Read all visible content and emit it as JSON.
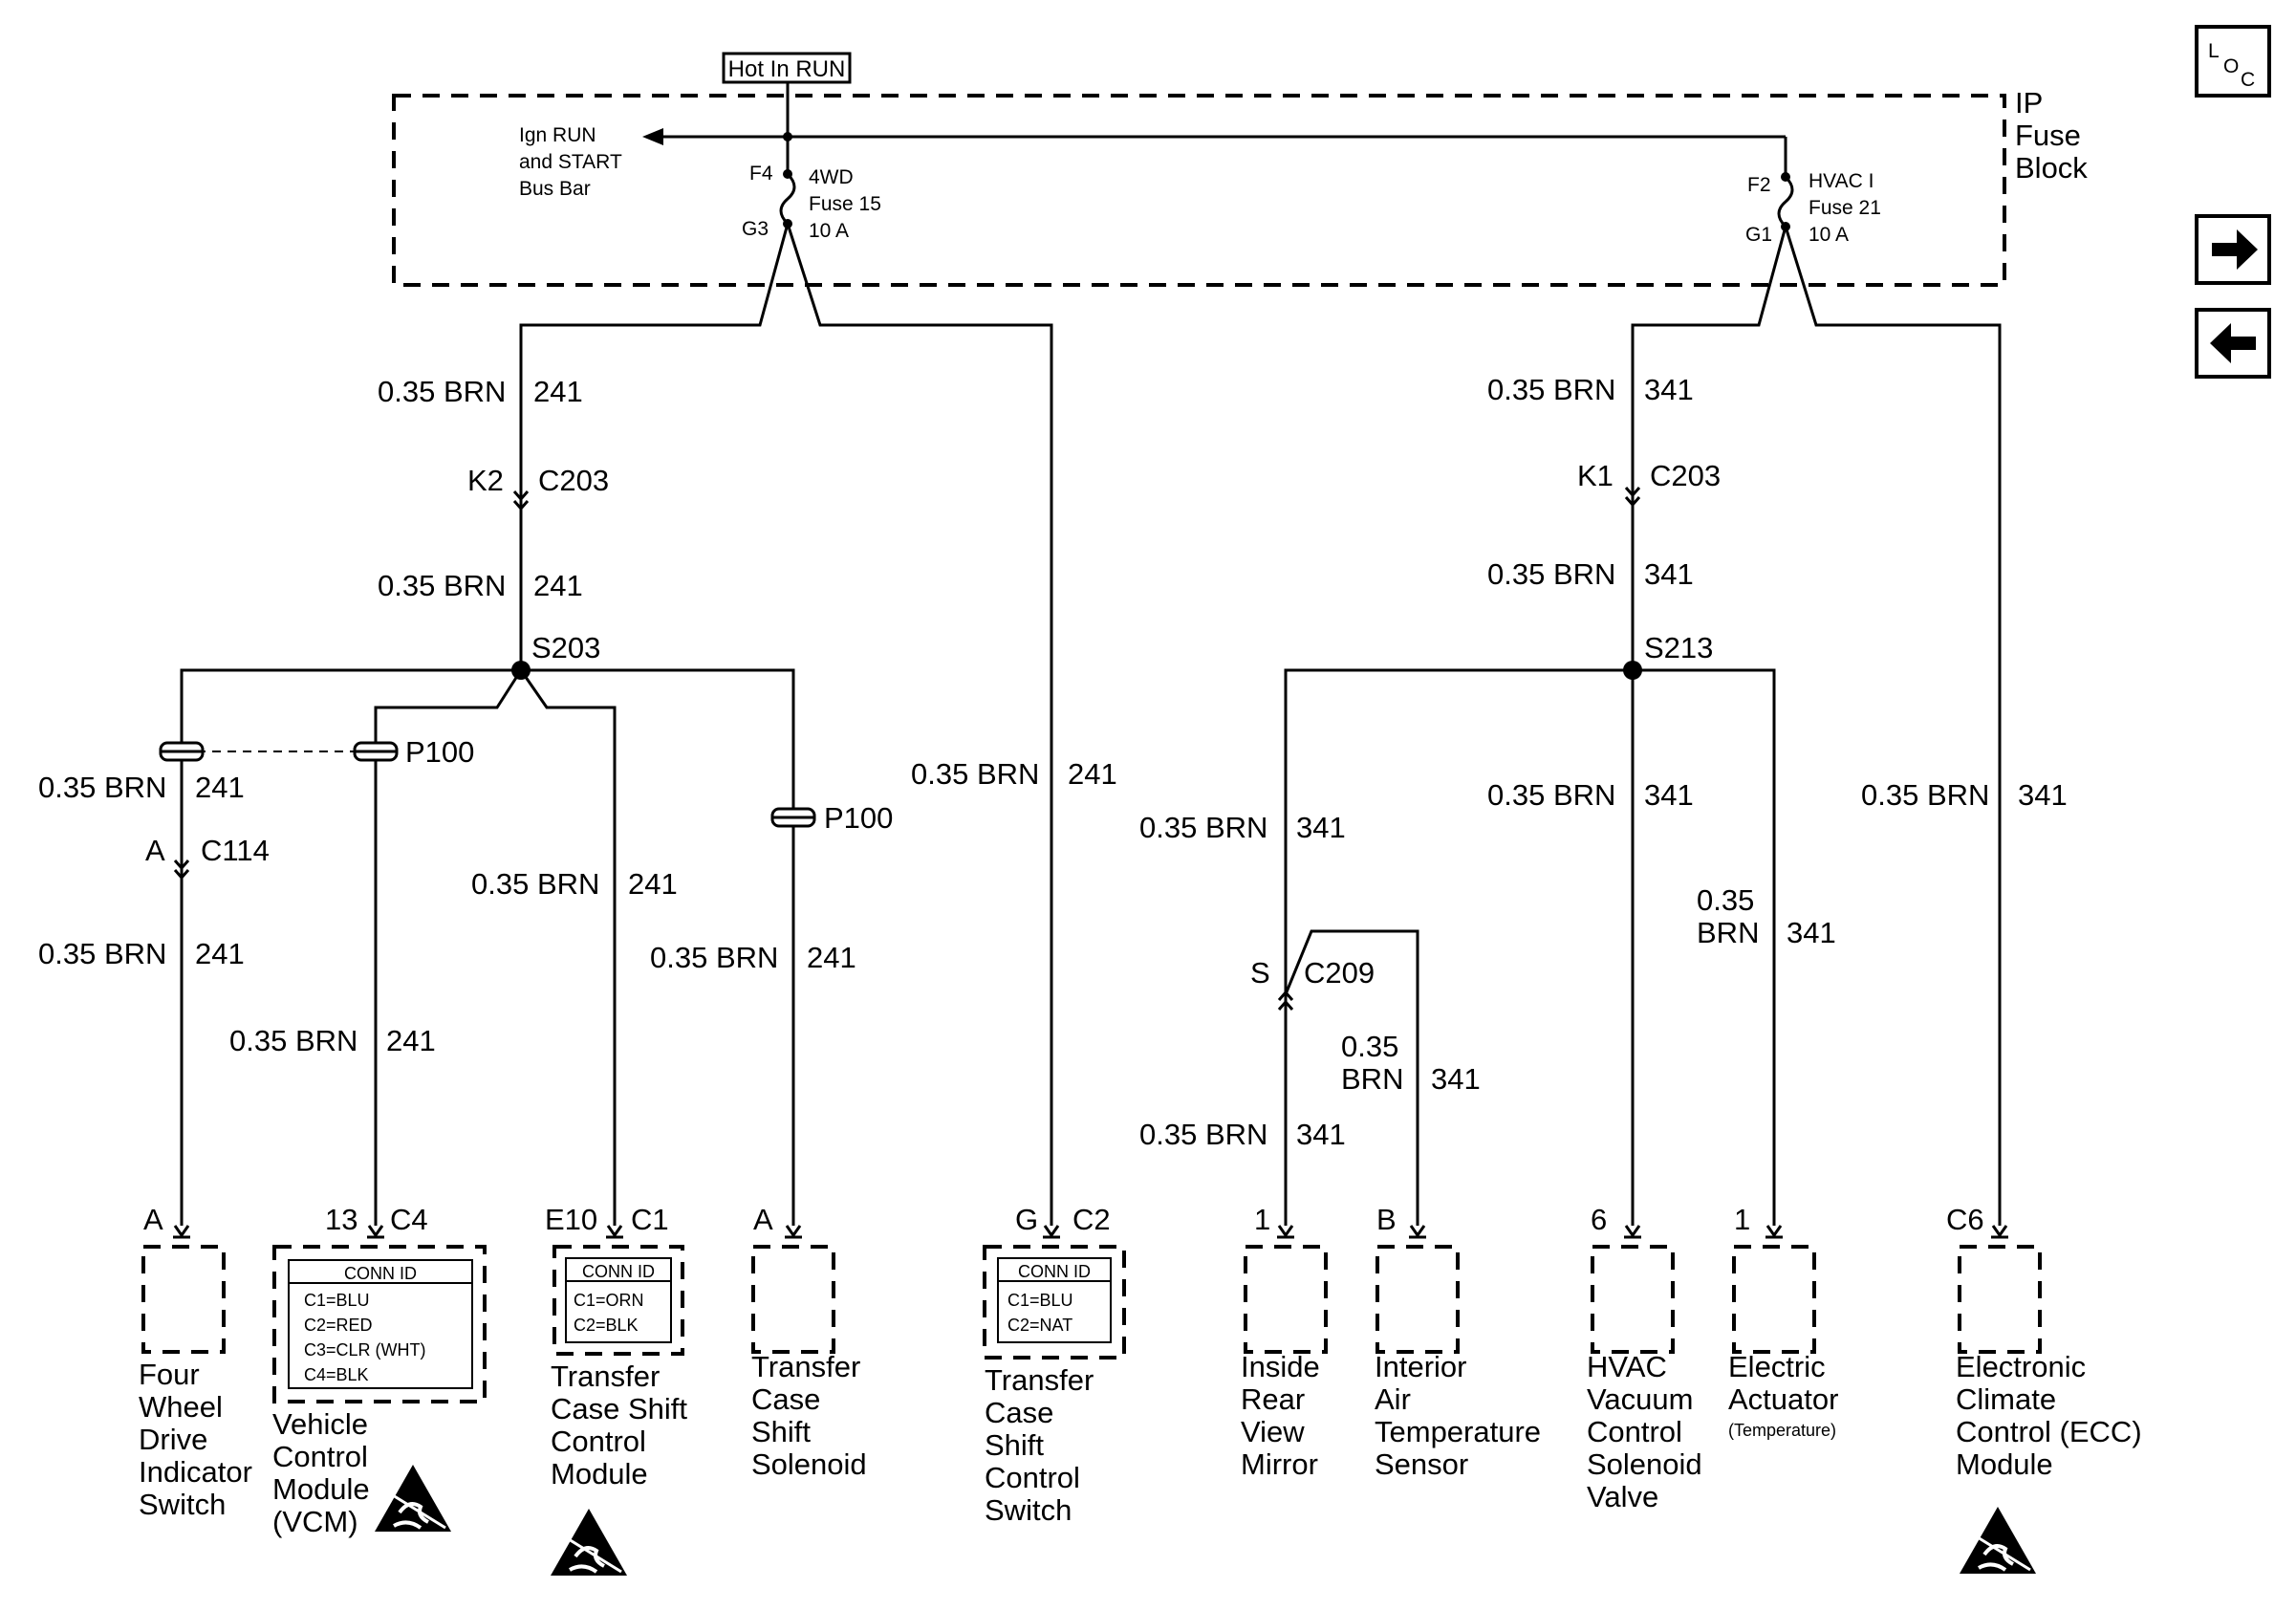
{
  "hot_label": "Hot In RUN",
  "loc_icon": {
    "l": "L",
    "o": "O",
    "c": "C",
    "icon": "location-icon"
  },
  "nav": {
    "next_icon": "arrow-right-icon",
    "prev_icon": "arrow-left-icon"
  },
  "ip_fuse_block": {
    "line1": "IP",
    "line2": "Fuse",
    "line3": "Block"
  },
  "bus_bar": {
    "line1": "Ign RUN",
    "line2": "and START",
    "line3": "Bus Bar"
  },
  "fuse_4wd": {
    "top": "F4",
    "bottom": "G3",
    "line1": "4WD",
    "line2": "Fuse 15",
    "line3": "10 A"
  },
  "fuse_hvac": {
    "top": "F2",
    "bottom": "G1",
    "line1": "HVAC I",
    "line2": "Fuse 21",
    "line3": "10 A"
  },
  "wire": {
    "brn": "0.35 BRN",
    "c241": "241",
    "c341": "341",
    "gauge": "0.35",
    "color": "BRN"
  },
  "connectors": {
    "k2": "K2",
    "k1": "K1",
    "c203": "C203",
    "s203": "S203",
    "s213": "S213",
    "p100": "P100",
    "c114": "C114",
    "c114_pin": "A",
    "c209": "C209",
    "c209_pin": "S"
  },
  "components": {
    "four_wheel": {
      "pin": "A",
      "l1": "Four",
      "l2": "Wheel",
      "l3": "Drive",
      "l4": "Indicator",
      "l5": "Switch"
    },
    "vcm": {
      "pin": "13",
      "conn": "C4",
      "l1": "Vehicle",
      "l2": "Control",
      "l3": "Module",
      "l4": "(VCM)",
      "id_title": "CONN ID",
      "ids": [
        "C1=BLU",
        "C2=RED",
        "C3=CLR (WHT)",
        "C4=BLK"
      ]
    },
    "tcscm": {
      "pin": "E10",
      "conn": "C1",
      "l1": "Transfer",
      "l2": "Case Shift",
      "l3": "Control",
      "l4": "Module",
      "id_title": "CONN ID",
      "ids": [
        "C1=ORN",
        "C2=BLK"
      ]
    },
    "tcss": {
      "pin": "A",
      "l1": "Transfer",
      "l2": "Case",
      "l3": "Shift",
      "l4": "Solenoid"
    },
    "tcsw": {
      "pin": "G",
      "conn": "C2",
      "l1": "Transfer",
      "l2": "Case",
      "l3": "Shift",
      "l4": "Control",
      "l5": "Switch",
      "id_title": "CONN ID",
      "ids": [
        "C1=BLU",
        "C2=NAT"
      ]
    },
    "mirror": {
      "pin": "1",
      "l1": "Inside",
      "l2": "Rear",
      "l3": "View",
      "l4": "Mirror"
    },
    "iat": {
      "pin": "B",
      "l1": "Interior",
      "l2": "Air",
      "l3": "Temperature",
      "l4": "Sensor"
    },
    "hvac_valve": {
      "pin": "6",
      "l1": "HVAC",
      "l2": "Vacuum",
      "l3": "Control",
      "l4": "Solenoid",
      "l5": "Valve"
    },
    "actuator": {
      "pin": "1",
      "l1": "Electric",
      "l2": "Actuator",
      "l3": "(Temperature)"
    },
    "ecc": {
      "pin": "C6",
      "l1": "Electronic",
      "l2": "Climate",
      "l3": "Control (ECC)",
      "l4": "Module"
    }
  },
  "esd_icon": "esd-warning-icon"
}
